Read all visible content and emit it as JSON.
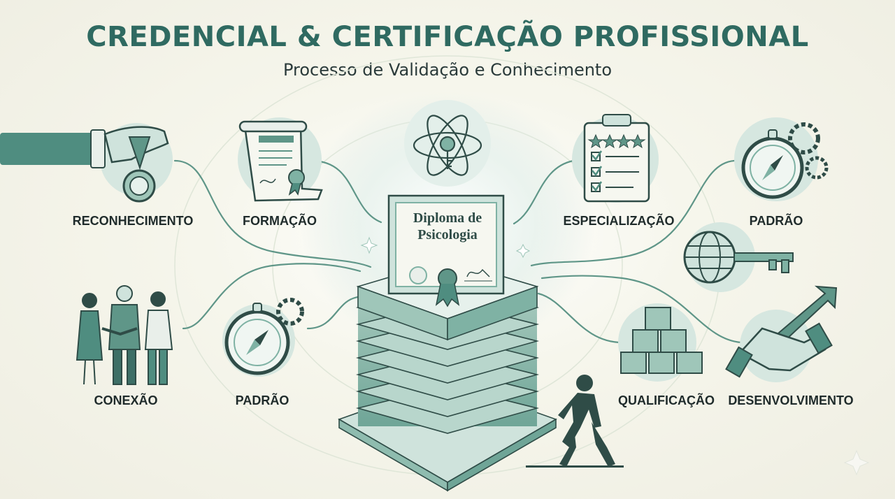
{
  "title": "CREDENCIAL & CERTIFICAÇÃO PROFISSIONAL",
  "subtitle": "Processo de Validação e Conhecimento",
  "diploma": {
    "line1": "Diploma de",
    "line2": "Psicologia"
  },
  "labels": {
    "reconhecimento": "RECONHECIMENTO",
    "formacao": "FORMAÇÃO",
    "especializacao": "ESPECIALIZAÇÃO",
    "padrao_top": "PADRÃO",
    "conexao": "CONEXÃO",
    "padrao_bottom": "PADRÃO",
    "qualificacao": "QUALIFICAÇÃO",
    "desenvolvimento": "DESENVOLVIMENTO"
  },
  "icons": [
    "hand-medal-icon",
    "certificate-scroll-icon",
    "atom-key-icon",
    "checklist-clipboard-icon",
    "compass-gears-icon",
    "globe-key-icon",
    "people-handshake-icon",
    "compass-gear-icon",
    "cubes-icon",
    "handshake-arrow-icon",
    "walking-person-icon",
    "sparkle-icon"
  ],
  "colors": {
    "primary": "#2f6a61",
    "accent": "#4f8d80",
    "light": "#cfe3dc",
    "background": "#f4f3e8"
  }
}
